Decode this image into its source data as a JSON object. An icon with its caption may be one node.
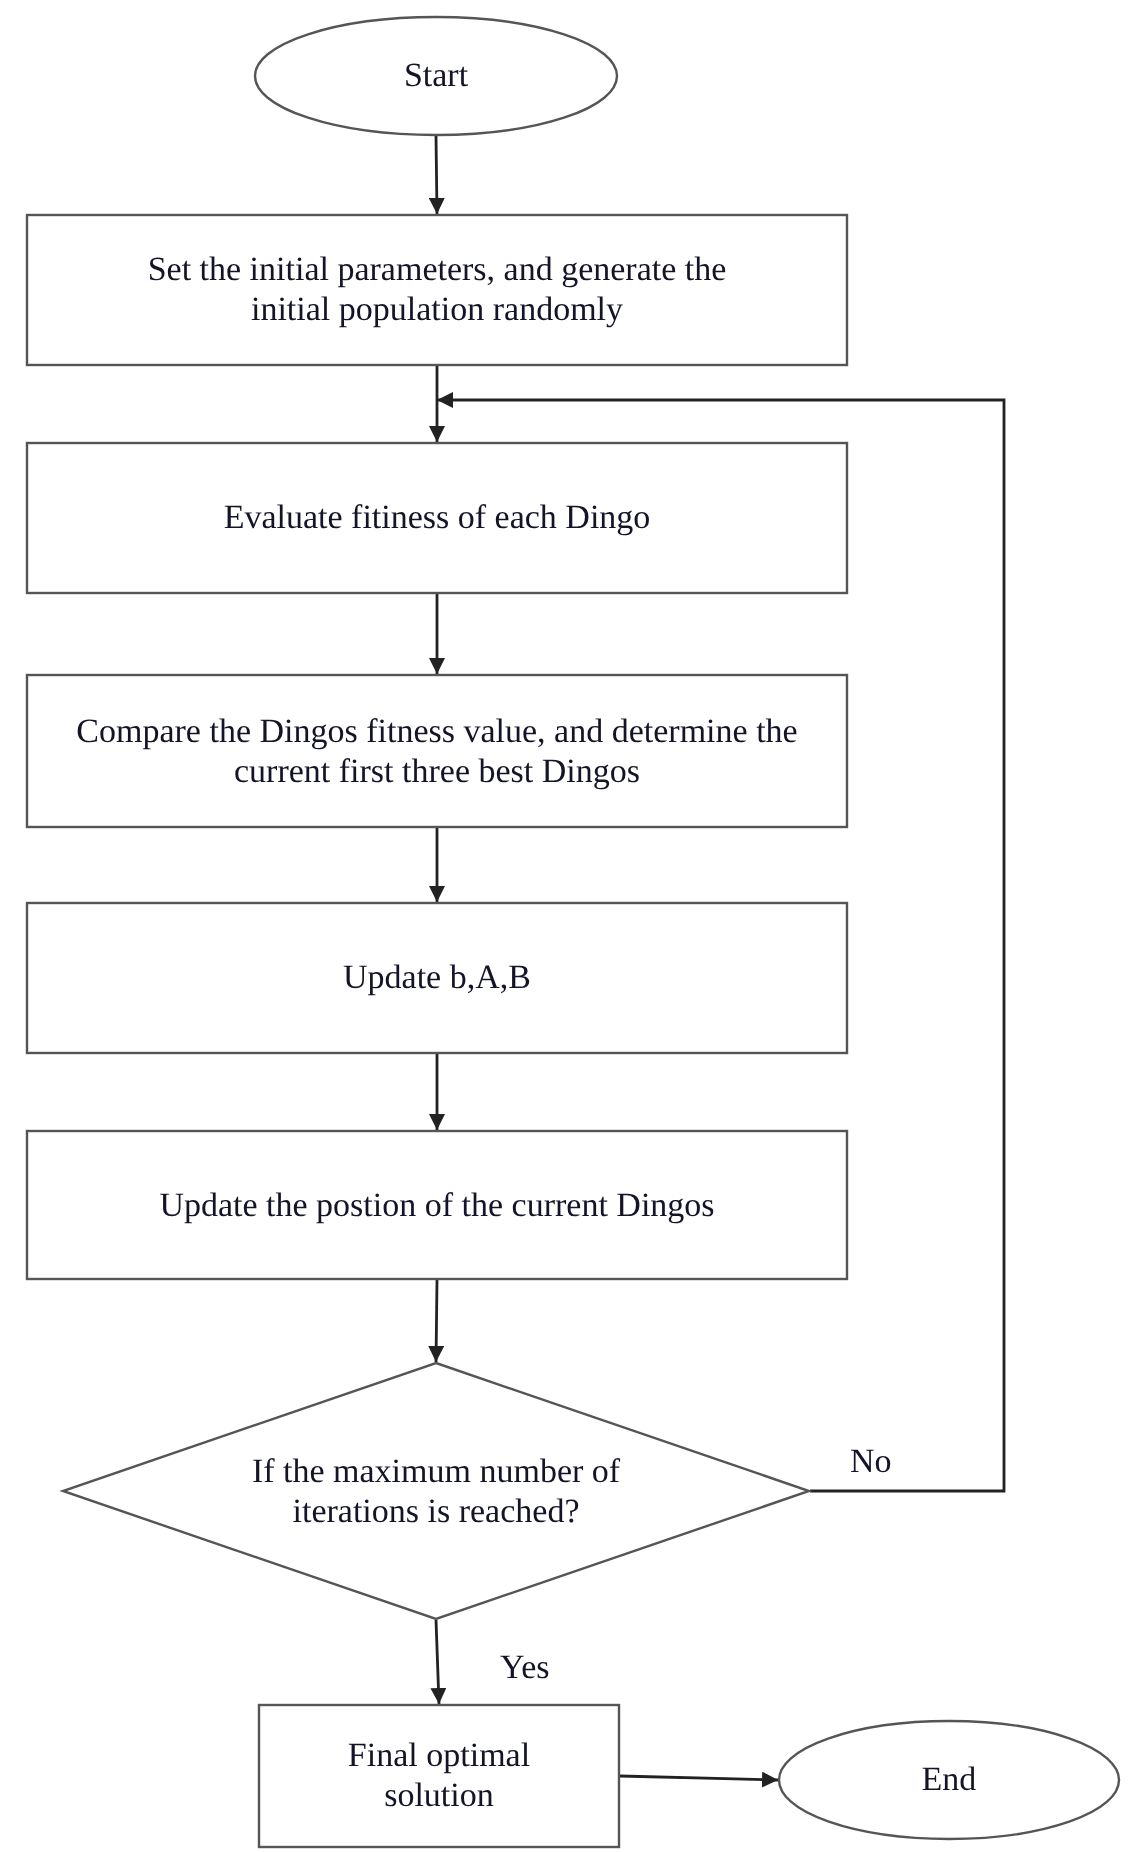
{
  "diagram": {
    "nodes": [
      {
        "text": [
          "Start"
        ]
      },
      {
        "text": [
          "Set the initial parameters, and generate the initial population randomly"
        ]
      },
      {
        "text": [
          "Evaluate fitiness of each Dingo"
        ]
      },
      {
        "text": [
          "Compare the Dingos fitness value, and determine the current first three best Dingos"
        ]
      },
      {
        "text": [
          "Update b,A,B"
        ]
      },
      {
        "text": [
          "Update the postion of the current Dingos"
        ]
      },
      {
        "text": [
          "If the maximum number of iterations is reached?"
        ]
      },
      {
        "text": [
          "Final optimal solution"
        ]
      },
      {
        "text": [
          "End"
        ]
      }
    ],
    "edges": [
      {
        "from": 0,
        "to": 1,
        "arrow": "to"
      },
      {
        "from": 1,
        "to": 2,
        "arrow": "to"
      },
      {
        "from": 2,
        "to": 3,
        "arrow": "to"
      },
      {
        "from": 3,
        "to": 4,
        "arrow": "to"
      },
      {
        "from": 4,
        "to": 5,
        "arrow": "to"
      },
      {
        "from": 5,
        "to": 6,
        "arrow": "to"
      },
      {
        "from": 6,
        "to": 2,
        "arrow": "to",
        "label": "No"
      },
      {
        "from": 6,
        "to": 7,
        "arrow": "to",
        "label": "Yes"
      },
      {
        "from": 7,
        "to": 8,
        "arrow": "to"
      }
    ]
  }
}
